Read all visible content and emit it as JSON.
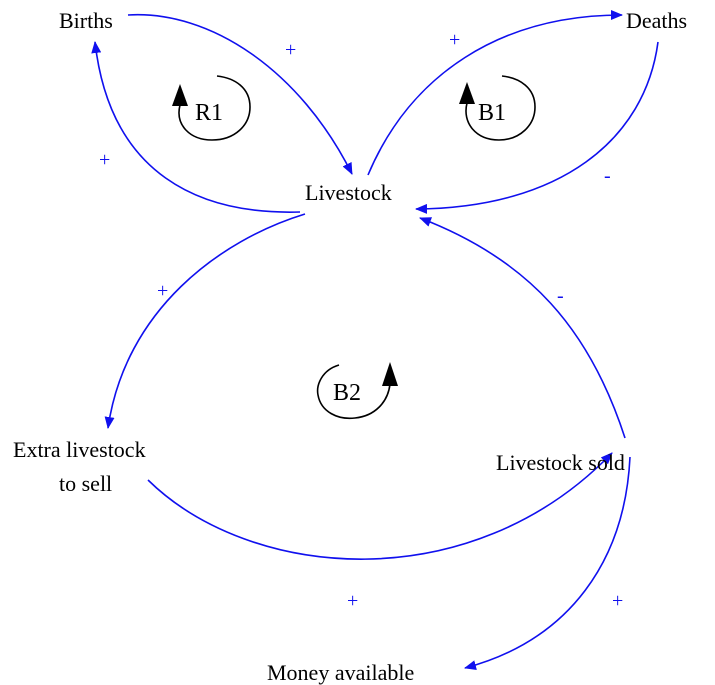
{
  "colors": {
    "link": "#1010ee",
    "polarity": "#1010ee",
    "text": "#000000",
    "loop_marker": "#000000",
    "background": "#ffffff"
  },
  "nodes": {
    "births": "Births",
    "deaths": "Deaths",
    "livestock": "Livestock",
    "extra_livestock_line1": "Extra livestock",
    "extra_livestock_line2": "to sell",
    "livestock_sold": "Livestock sold",
    "money_available": "Money available"
  },
  "loops": {
    "r1": "R1",
    "b1": "B1",
    "b2": "B2"
  },
  "links": [
    {
      "from": "births",
      "to": "livestock",
      "polarity": "+"
    },
    {
      "from": "livestock",
      "to": "births",
      "polarity": "+"
    },
    {
      "from": "livestock",
      "to": "deaths",
      "polarity": "+"
    },
    {
      "from": "deaths",
      "to": "livestock",
      "polarity": "-"
    },
    {
      "from": "livestock",
      "to": "extra_livestock",
      "polarity": "+"
    },
    {
      "from": "extra_livestock",
      "to": "livestock_sold",
      "polarity": "+"
    },
    {
      "from": "livestock_sold",
      "to": "livestock",
      "polarity": "-"
    },
    {
      "from": "livestock_sold",
      "to": "money_available",
      "polarity": "+"
    }
  ]
}
